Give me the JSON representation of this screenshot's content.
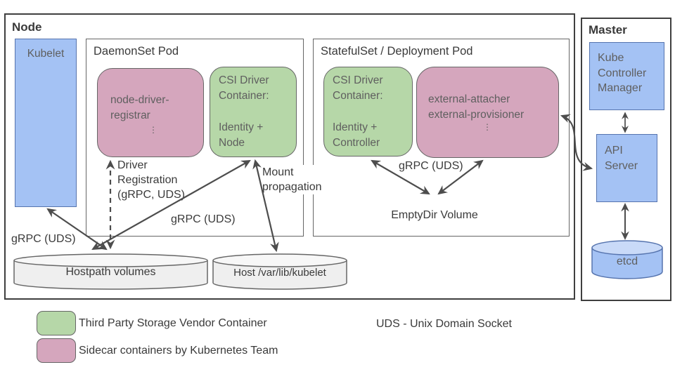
{
  "node": {
    "title": "Node",
    "kubelet_label": "Kubelet",
    "daemonset_pod": {
      "title": "DaemonSet Pod",
      "registrar_name": "node-driver-registrar",
      "registrar_ellipsis": "⋮",
      "csi_container_title": "CSI Driver Container:",
      "csi_container_body": "Identity + Node"
    },
    "statefulset_pod": {
      "title": "StatefulSet / Deployment Pod",
      "csi_container_title": "CSI Driver Container:",
      "csi_container_body": "Identity + Controller",
      "external_line1": "external-attacher",
      "external_line2": "external-provisioner",
      "external_ellipsis": "⋮"
    }
  },
  "master": {
    "title": "Master",
    "kube_controller_manager": "Kube Controller Manager",
    "api_server": "API Server",
    "etcd": "etcd"
  },
  "volumes": {
    "hostpath": "Hostpath volumes",
    "host_var_lib_kubelet": "Host /var/lib/kubelet",
    "emptydir": "EmptyDir Volume"
  },
  "edge_labels": {
    "grpc_uds_left": "gRPC (UDS)",
    "driver_registration": "Driver Registration (gRPC, UDS)",
    "grpc_uds_mid": "gRPC (UDS)",
    "mount_propagation": "Mount propagation",
    "grpc_uds_right": "gRPC (UDS)"
  },
  "legend": {
    "green_label": "Third Party Storage Vendor Container",
    "pink_label": "Sidecar containers by Kubernetes Team",
    "uds_note": "UDS - Unix Domain Socket"
  },
  "colors": {
    "blue_fill": "#a4c2f4",
    "blue_border": "#5674ae",
    "green_fill": "#b6d7a8",
    "pink_fill": "#d5a6bd",
    "gray_border": "#666666",
    "outer_border": "#3f3f3f",
    "cylinder_fill": "#efefef",
    "cylinder_top_fill": "#f7f7f7",
    "etcd_top_fill": "#c9daf8",
    "arrow": "#4d4d4d",
    "inner_text": "#5f5f5f",
    "label_text": "#3a3a3a"
  }
}
